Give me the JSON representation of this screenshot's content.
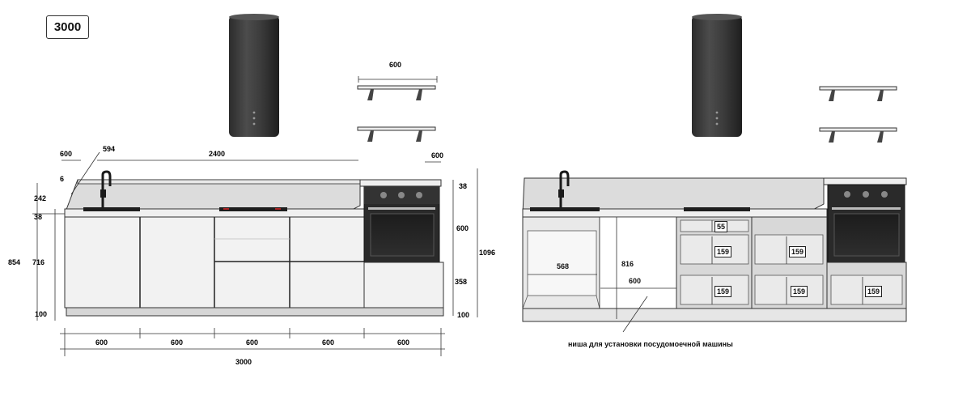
{
  "title": "3000",
  "left_view": {
    "dims": {
      "shelf_width": "600",
      "left_side": "600",
      "side_depth": "594",
      "top_length": "2400",
      "right_side": "600",
      "thickness": "6",
      "backsplash": "242",
      "countertop": "38",
      "base_height": "854",
      "cabinet_height": "716",
      "plinth": "100",
      "oven_top": "38",
      "oven_niche": "600",
      "total_height": "1096",
      "lower_module": "358",
      "plinth_right": "100",
      "module_1": "600",
      "module_2": "600",
      "module_3": "600",
      "module_4": "600",
      "module_5": "600",
      "total_width": "3000"
    }
  },
  "right_view": {
    "dims": {
      "inner_width": "568",
      "niche_height": "816",
      "niche_width": "600",
      "drawer_top": "55",
      "drawer_mid_left": "159",
      "drawer_bot_left": "159",
      "drawer_mid_right": "159",
      "drawer_bot_right": "159",
      "oven_drawer": "159"
    },
    "note": "ниша для установки посудомоечной машины"
  }
}
